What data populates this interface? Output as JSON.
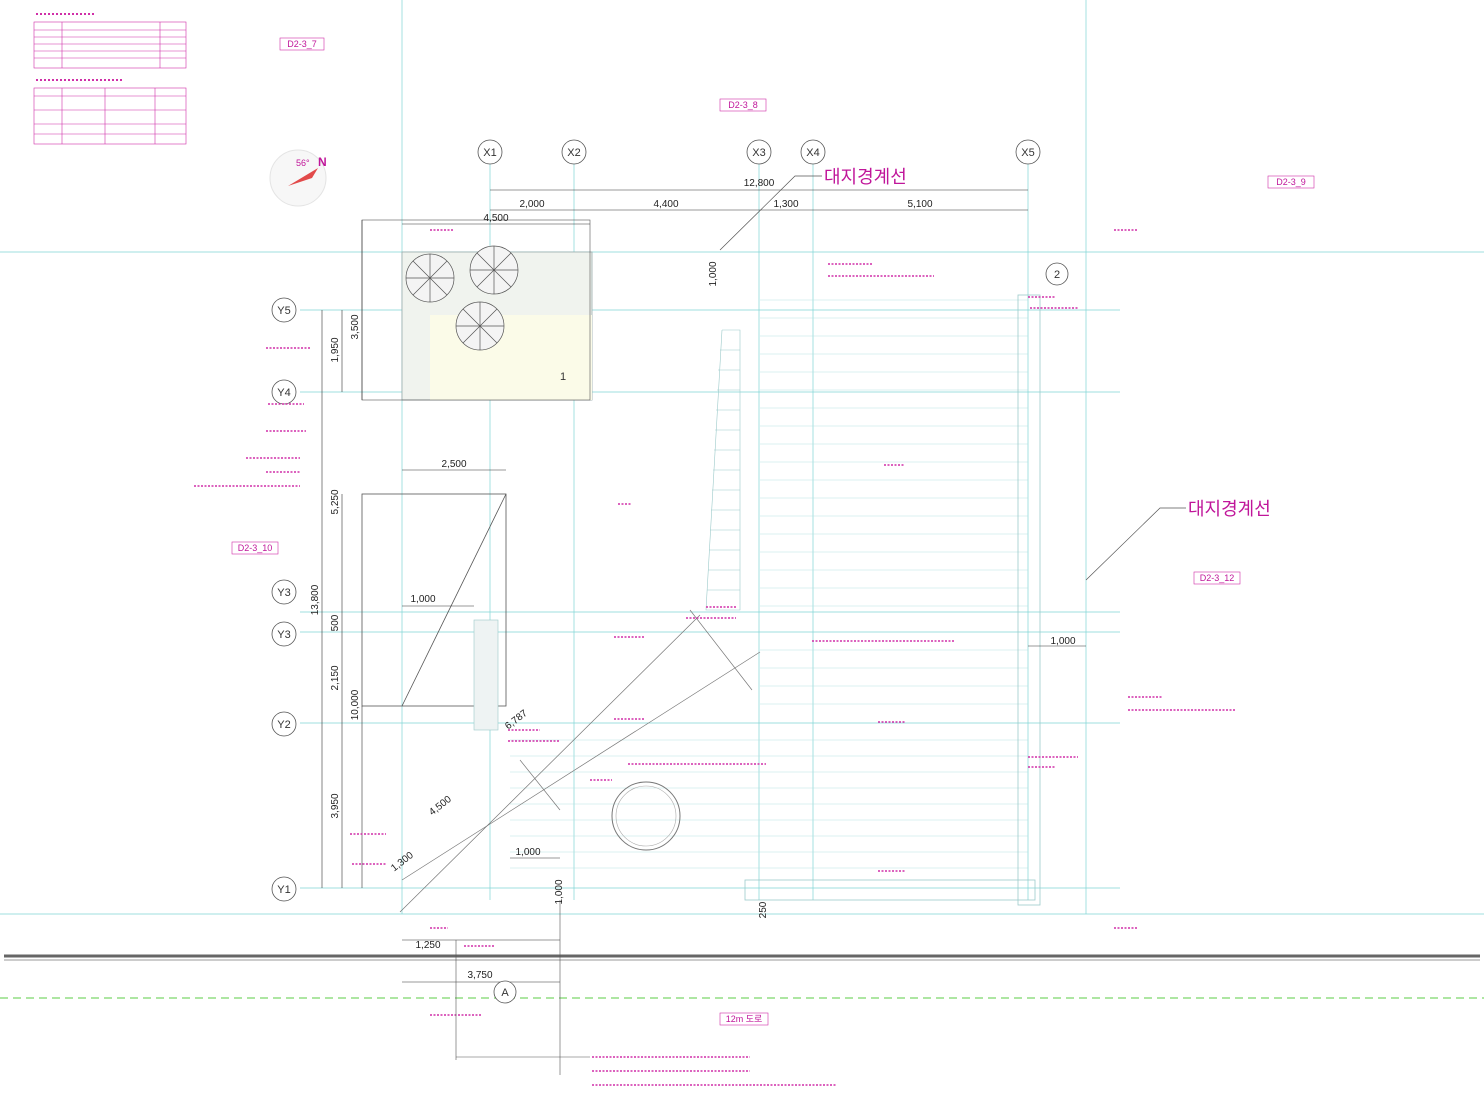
{
  "drawing": {
    "boundary_label_top": "대지경계선",
    "boundary_label_right": "대지경계선",
    "north_label": "N",
    "north_angle": "56°",
    "road_tags": [
      "D2-3_7",
      "D2-3_8",
      "D2-3_9",
      "D2-3_10",
      "D2-3_12"
    ],
    "bottom_tag": "12m 도로",
    "grid_x": [
      "X1",
      "X2",
      "X3",
      "X4",
      "X5"
    ],
    "grid_y": [
      "Y5",
      "Y4",
      "Y3",
      "Y3",
      "Y2",
      "Y1"
    ],
    "grid_a": "A",
    "marker_1": "1",
    "marker_2": "2",
    "dims_top": {
      "total": "12,800",
      "d1": "2,000",
      "d2": "4,400",
      "d3": "1,300",
      "d4": "5,100",
      "d5": "4,500"
    },
    "dims_left": {
      "total": "13,800",
      "d1": "1,950",
      "d2": "3,500",
      "d3": "5,250",
      "d4": "500",
      "d5": "2,150",
      "d6": "10,000",
      "d7": "3,950"
    },
    "dims_misc": {
      "w2500": "2,500",
      "w1000a": "1,000",
      "w1000b": "1,000",
      "w1000c": "1,000",
      "h1000": "1,000",
      "h1000b": "1,000",
      "w1250": "1,250",
      "w3750": "3,750",
      "w4500": "4,500",
      "w1300": "1,300",
      "w6787": "6,787",
      "h250": "250"
    }
  }
}
